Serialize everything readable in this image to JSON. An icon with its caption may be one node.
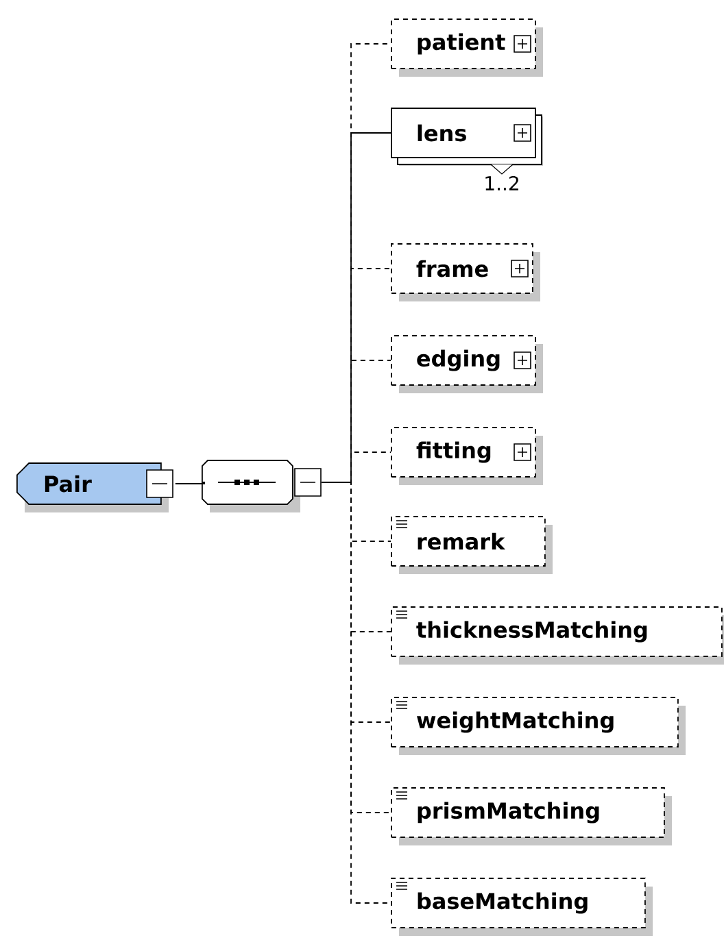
{
  "diagram": {
    "nodes": [
      {
        "text": [
          "Pair"
        ]
      },
      {
        "text": [],
        "shape": "octagon"
      },
      {
        "text": [
          "patient"
        ]
      },
      {
        "text": [
          "lens"
        ],
        "beside": [
          "1..2"
        ]
      },
      {
        "text": [
          "frame"
        ]
      },
      {
        "text": [
          "edging"
        ]
      },
      {
        "text": [
          "fitting"
        ]
      },
      {
        "text": [
          "remark"
        ]
      },
      {
        "text": [
          "thicknessMatching"
        ]
      },
      {
        "text": [
          "weightMatching"
        ]
      },
      {
        "text": [
          "prismMatching"
        ]
      },
      {
        "text": [
          "baseMatching"
        ]
      }
    ],
    "edges": [
      {
        "from": 0,
        "to": 1,
        "arrow": "none"
      },
      {
        "from": 1,
        "to": 2,
        "arrow": "none",
        "style": "dashed"
      },
      {
        "from": 1,
        "to": 3,
        "arrow": "none"
      },
      {
        "from": 1,
        "to": 4,
        "arrow": "none",
        "style": "dashed"
      },
      {
        "from": 1,
        "to": 5,
        "arrow": "none",
        "style": "dashed"
      },
      {
        "from": 1,
        "to": 6,
        "arrow": "none",
        "style": "dashed"
      },
      {
        "from": 1,
        "to": 7,
        "arrow": "none",
        "style": "dashed"
      },
      {
        "from": 1,
        "to": 8,
        "arrow": "none",
        "style": "dashed"
      },
      {
        "from": 1,
        "to": 9,
        "arrow": "none",
        "style": "dashed"
      },
      {
        "from": 1,
        "to": 10,
        "arrow": "none",
        "style": "dashed"
      },
      {
        "from": 1,
        "to": 11,
        "arrow": "none",
        "style": "dashed"
      }
    ]
  }
}
